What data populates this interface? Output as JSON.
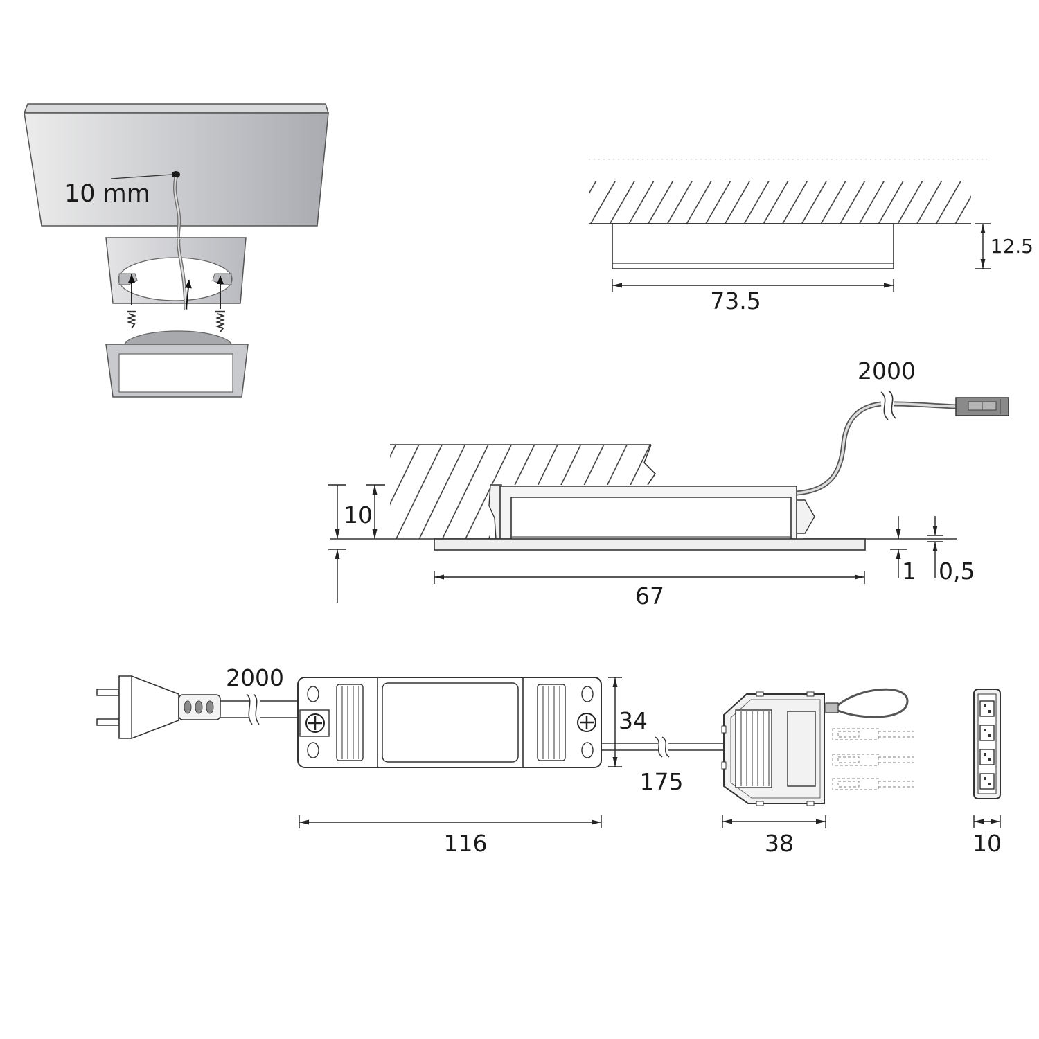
{
  "installation_view": {
    "hole_diameter_label": "10 mm"
  },
  "front_profile_view": {
    "height_label": "12.5",
    "width_label": "73.5"
  },
  "section_view": {
    "cable_length_label": "2000",
    "mounting_depth_label": "10",
    "flange_thickness_label": "1",
    "offset_label": "0,5",
    "width_label": "67"
  },
  "driver_view": {
    "mains_cable_length_label": "2000",
    "height_label": "34",
    "output_cable_length_label": "175",
    "length_label": "116"
  },
  "distributor_view": {
    "width_label": "38"
  },
  "connector_strip_view": {
    "width_label": "10"
  },
  "colors": {
    "line": "#333333",
    "panel_light": "#ececec",
    "panel_dark": "#a9abb1",
    "connector": "#8a8a8a"
  }
}
